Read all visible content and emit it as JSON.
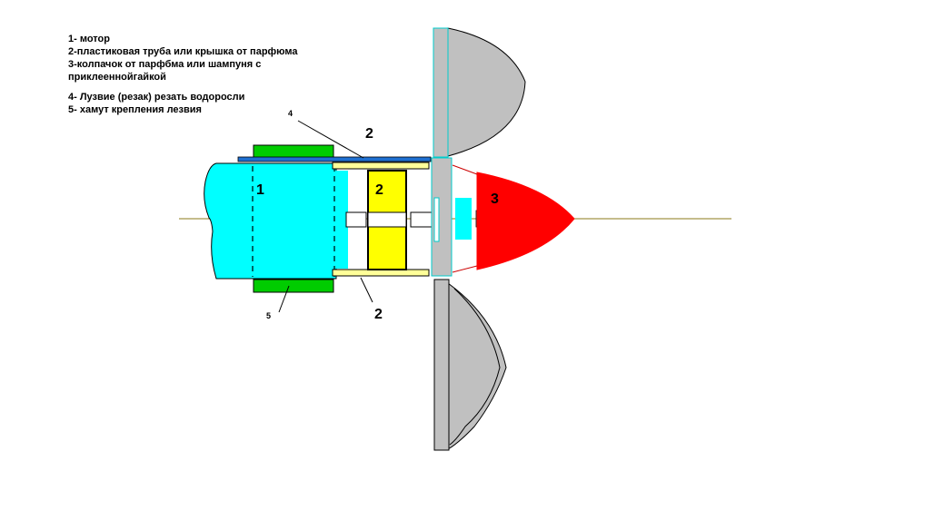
{
  "legend": {
    "item1": "1- мотор",
    "item2": "2-пластиковая труба или крышка от парфюма",
    "item3_line1": "3-колпачок от парфбма или шампуня с",
    "item3_line2": "приклееннойгайкой",
    "item4": "4- Лузвие (резак) резать водоросли",
    "item5": "5- хамут крепления лезвия"
  },
  "callouts": {
    "motor": "1",
    "tube_top": "2",
    "tube_inner": "2",
    "tube_bottom": "2",
    "cap": "3",
    "blade": "4",
    "clamp": "5"
  },
  "colors": {
    "motor": "#00ffff",
    "clamp": "#00cc00",
    "tube": "#ffff99",
    "coupler": "#ffff00",
    "blade": "#1e6fd0",
    "cap": "#ff0000",
    "propeller": "#c0c0c0",
    "axis": "#8b7a1a"
  }
}
